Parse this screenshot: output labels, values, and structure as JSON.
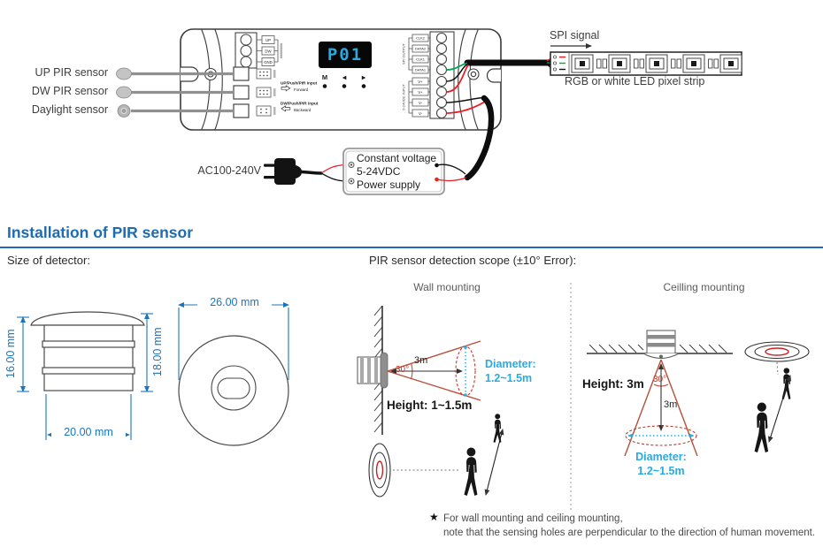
{
  "colors": {
    "heading_blue": "#1d6cb2",
    "dimension_blue": "#1b75bc",
    "cyan_accent": "#29abe2",
    "cone_red": "#b5503a",
    "angle_red": "#c0392b",
    "wire_red": "#ed1c24",
    "wire_green": "#00a651",
    "display_blue": "#2aa9e0"
  },
  "wiring": {
    "sensor_labels": [
      "UP PIR sensor",
      "DW PIR sensor",
      "Daylight sensor"
    ],
    "controller": {
      "display": "P01",
      "mode_button": "M",
      "prev_button": "◀",
      "next_button": "▶",
      "push_terminals": [
        "UP",
        "DW",
        "GND"
      ],
      "up_input": "UP/Push/PIR input",
      "up_dir": "Forward",
      "dw_input": "DW/Push/PIR input",
      "dw_dir": "Backward",
      "spi_terminals": [
        "CLK2",
        "DATA2",
        "CLK1",
        "DATA1"
      ],
      "spi_group": "SPI OUTPUT",
      "power_terminals": [
        "V+",
        "V+",
        "V-",
        "V-"
      ],
      "power_group": "5-24VDC INPUT"
    },
    "spi_signal": "SPI signal",
    "strip_label": "RGB or white LED pixel strip",
    "ac_input": "AC100-240V",
    "psu": {
      "line1": "Constant voltage",
      "line2": "5-24VDC",
      "line3": "Power supply"
    }
  },
  "installation": {
    "title": "Installation of PIR sensor",
    "size_heading": "Size of detector:",
    "scope_heading": "PIR sensor detection scope (±10° Error):",
    "wall_title": "Wall mounting",
    "ceiling_title": "Ceilling mounting",
    "dims": {
      "height_left": "16.00 mm",
      "height_right": "18.00 mm",
      "width": "20.00 mm",
      "diameter": "26.00 mm"
    },
    "wall": {
      "distance": "3m",
      "angle": "30°",
      "diameter_label": "Diameter:",
      "diameter_value": "1.2~1.5m",
      "height": "Height: 1~1.5m"
    },
    "ceiling": {
      "height": "Height: 3m",
      "angle": "30°",
      "distance": "3m",
      "diameter_label": "Diameter:",
      "diameter_value": "1.2~1.5m"
    },
    "note_star": "★",
    "note_line1": "For wall mounting and ceiling mounting,",
    "note_line2": "note that the sensing holes are perpendicular to the direction of human movement."
  }
}
